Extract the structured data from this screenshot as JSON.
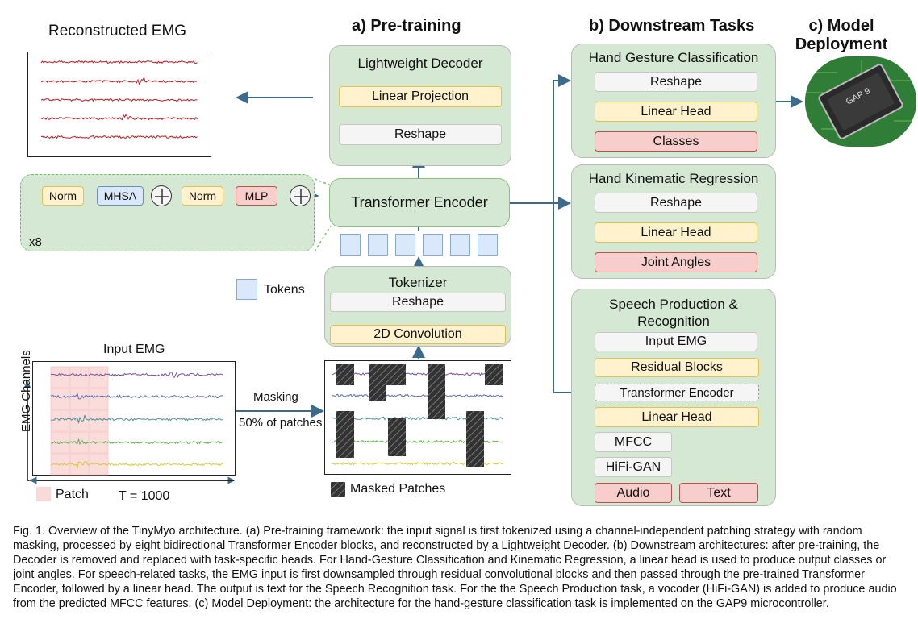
{
  "headings": {
    "pretraining": "a) Pre-training",
    "downstream": "b) Downstream Tasks",
    "deployment_line1": "c) Model",
    "deployment_line2": "Deployment"
  },
  "reconstructed_emg": {
    "title": "Reconstructed EMG"
  },
  "decoder": {
    "title": "Lightweight Decoder",
    "linear_projection": "Linear Projection",
    "reshape": "Reshape"
  },
  "encoder_block": {
    "norm1": "Norm",
    "mhsa": "MHSA",
    "norm2": "Norm",
    "mlp": "MLP",
    "repeat": "x8"
  },
  "transformer_encoder": "Transformer Encoder",
  "tokens_legend": "Tokens",
  "tokenizer": {
    "title": "Tokenizer",
    "reshape": "Reshape",
    "conv": "2D Convolution"
  },
  "input_emg": {
    "title": "Input EMG",
    "y_axis": "EMG Channels",
    "x_axis": "T = 1000",
    "patch_legend": "Patch"
  },
  "masking": {
    "label": "Masking",
    "ratio": "50% of patches",
    "legend": "Masked Patches"
  },
  "gesture": {
    "title": "Hand Gesture Classification",
    "reshape": "Reshape",
    "head": "Linear Head",
    "out": "Classes"
  },
  "kinematic": {
    "title": "Hand Kinematic Regression",
    "reshape": "Reshape",
    "head": "Linear Head",
    "out": "Joint Angles"
  },
  "speech": {
    "title_line1": "Speech Production &",
    "title_line2": "Recognition",
    "input": "Input EMG",
    "residual": "Residual Blocks",
    "encoder": "Transformer Encoder",
    "head": "Linear Head",
    "mfcc": "MFCC",
    "hifigan": "HiFi-GAN",
    "audio": "Audio",
    "text": "Text"
  },
  "chip": {
    "label": "GAP 9"
  },
  "caption": "Fig. 1.   Overview of the TinyMyo architecture. (a) Pre-training framework: the input signal is first tokenized using a channel-independent patching strategy with random masking, processed by eight bidirectional Transformer Encoder blocks, and reconstructed by a Lightweight Decoder. (b) Downstream architectures: after pre-training, the Decoder is removed and replaced with task-specific heads. For Hand-Gesture Classification and Kinematic Regression, a linear head is used to produce output classes or joint angles. For speech-related tasks, the EMG input is first downsampled through residual convolutional blocks and then passed through the pre-trained Transformer Encoder, followed by a linear head. The output is text for the Speech Recognition task. For the the Speech Production task, a vocoder (HiFi-GAN) is added to produce audio from the predicted MFCC features. (c) Model Deployment: the architecture for the hand-gesture classification task is implemented on the GAP9 microcontroller.",
  "colors": {
    "panel_green": "#d5e8d4",
    "box_yellow": "#fff2cc",
    "box_red": "#f8cecc",
    "box_blue": "#dae8fc",
    "arrow": "#3b6a8a",
    "signal_red": "#c0191f"
  }
}
